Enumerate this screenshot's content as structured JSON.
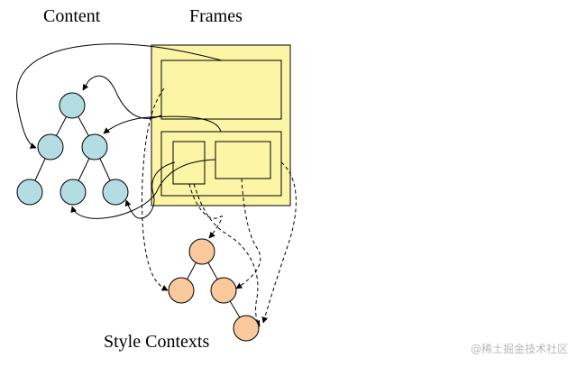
{
  "labels": {
    "content": "Content",
    "frames": "Frames",
    "style_contexts": "Style Contexts"
  },
  "watermark": "@稀土掘金技术社区",
  "colors": {
    "content_node_fill": "#b3dde3",
    "style_node_fill": "#f9c89b",
    "frame_fill": "#fdf5a6",
    "stroke": "#000000"
  }
}
